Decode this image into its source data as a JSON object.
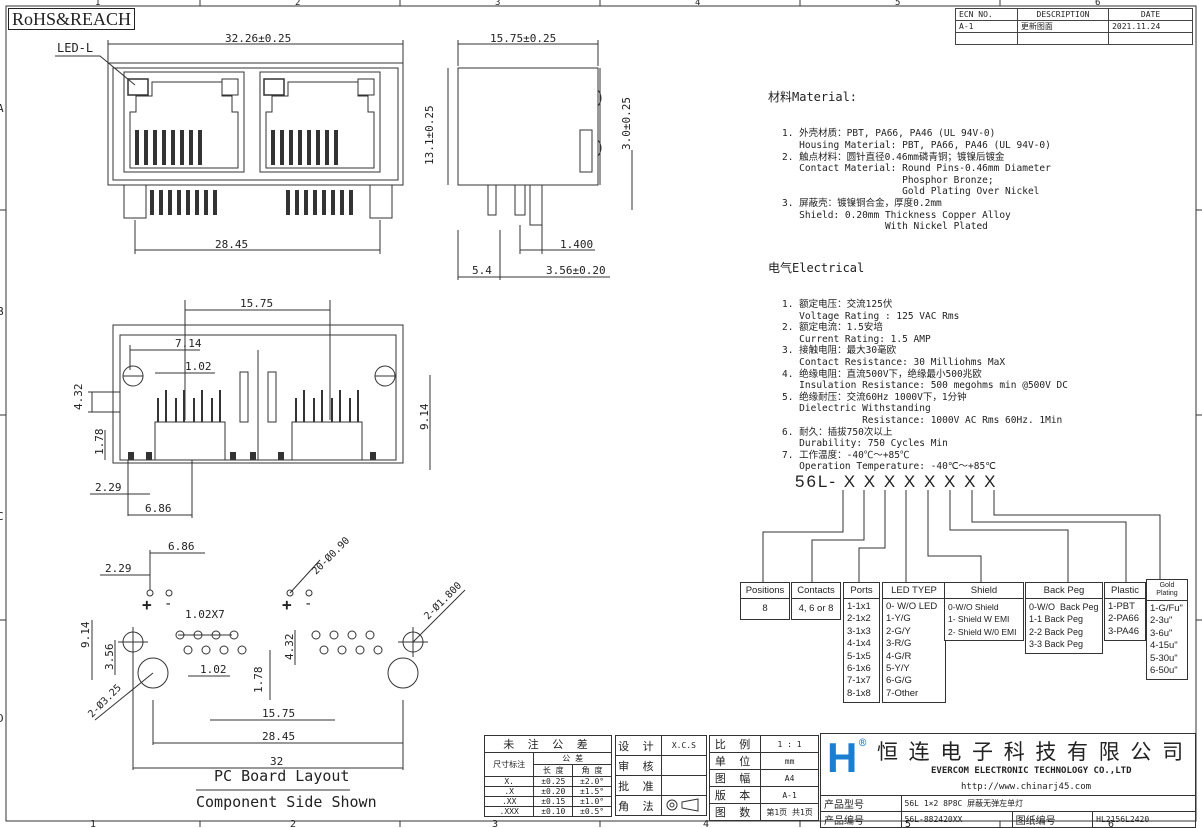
{
  "title": "RoHS&REACH",
  "border_cols": [
    "1",
    "2",
    "3",
    "4",
    "5",
    "6"
  ],
  "border_rows": [
    "A",
    "B",
    "C",
    "D"
  ],
  "ecn": {
    "h1": "ECN NO.",
    "h2": "DESCRIPTION",
    "h3": "DATE",
    "v1": "A-1",
    "v2": "更新图面",
    "v3": "2021.11.24"
  },
  "callout_led": "LED-L",
  "dims": {
    "front_width": "32.26±0.25",
    "front_pitch": "28.45",
    "side_depth": "15.75±0.25",
    "side_height": "13.1±0.25",
    "side_tail": "3.0±0.25",
    "side_pin": "1.400",
    "side_a": "5.4",
    "side_b": "3.56±0.20",
    "top_w": "15.75",
    "top_a": "7.14",
    "top_b": "1.02",
    "top_c": "4.32",
    "top_d": "9.14",
    "top_e": "1.78",
    "top_f": "2.29",
    "top_g": "6.86",
    "pcb_a": "6.86",
    "pcb_b": "2.29",
    "pcb_c": "1.02X7",
    "pcb_d": "9.14",
    "pcb_e": "3.56",
    "pcb_f": "1.02",
    "pcb_g": "1.78",
    "pcb_h": "4.32",
    "pcb_i": "15.75",
    "pcb_j": "28.45",
    "pcb_k": "32",
    "pcb_l": "20-Ø0.90",
    "pcb_m": "2-Ø1.800",
    "pcb_n": "2-Ø3.25",
    "plus": "+",
    "minus": "-"
  },
  "pcb_title": "PC Board Layout",
  "pcb_subtitle": "Component Side Shown",
  "spec": {
    "material_title": "材料Material:",
    "material": [
      "1. 外壳材质：PBT, PA66, PA46 (UL 94V-0)",
      "   Housing Material: PBT, PA66, PA46 (UL 94V-0)",
      "2. 触点材料：圆针直径0.46mm磷青铜；镀镍后镀金",
      "   Contact Material: Round Pins-0.46mm Diameter",
      "                     Phosphor Bronze;",
      "                     Gold Plating Over Nickel",
      "3. 屏蔽壳：镀镍铜合金，厚度0.2mm",
      "   Shield: 0.20mm Thickness Copper Alloy",
      "                  With Nickel Plated"
    ],
    "electrical_title": "电气Electrical",
    "electrical": [
      "1. 额定电压：交流125伏",
      "   Voltage Rating : 125 VAC Rms",
      "2. 额定电流：1.5安培",
      "   Current Rating: 1.5 AMP",
      "3. 接触电阻：最大30毫欧",
      "   Contact Resistance: 30 Milliohms MaX",
      "4. 绝缘电阻：直流500V下，绝缘最小500兆欧",
      "   Insulation Resistance: 500 megohms min @500V DC",
      "5. 绝缘耐压：交流60Hz 1000V下，1分钟",
      "   Dielectric Withstanding",
      "              Resistance: 1000V AC Rms 60Hz. 1Min",
      "6. 耐久：插拔750次以上",
      "   Durability: 750 Cycles Min",
      "7. 工作温度：-40℃～+85℃",
      "   Operation Temperature: -40℃～+85℃"
    ]
  },
  "part_number": "56L- X X X X X X X X",
  "options": [
    {
      "head": "Positions",
      "body": "8"
    },
    {
      "head": "Contacts",
      "body": "4, 6 or 8"
    },
    {
      "head": "Ports",
      "body": "1-1x1\n2-1x2\n3-1x3\n4-1x4\n5-1x5\n6-1x6\n7-1x7\n8-1x8"
    },
    {
      "head": "LED TYEP",
      "body": "0- W/O LED\n1-Y/G\n2-G/Y\n3-R/G\n4-G/R\n5-Y/Y\n6-G/G\n7-Other"
    },
    {
      "head": "Shield",
      "body": "0-W/O Shield\n1- Shield W EMI\n2- Shield W/0 EMI"
    },
    {
      "head": "Back Peg",
      "body": "0-W/O  Back Peg\n1-1 Back Peg\n2-2 Back Peg\n3-3 Back Peg"
    },
    {
      "head": "Plastic",
      "body": "1-PBT\n2-PA66\n3-PA46"
    },
    {
      "head": "Gold Plating",
      "body": "1-G/Fu\"\n2-3u\"\n3-6u\"\n4-15u\"\n5-30u\"\n6-50u\""
    }
  ],
  "tolerance": {
    "title": "未 注 公 差",
    "label": "尺寸标注",
    "col_a": "公 差",
    "sub1": "长 度",
    "sub2": "角 度",
    "rows": [
      [
        "X.",
        "±0.25",
        "±2.0°"
      ],
      [
        ".X",
        "±0.20",
        "±1.5°"
      ],
      [
        ".XX",
        "±0.15",
        "±1.0°"
      ],
      [
        ".XXX",
        "±0.10",
        "±0.5°"
      ]
    ]
  },
  "approval": {
    "r1": "设 计",
    "r1v": "X.C.S",
    "r2": "审 核",
    "r3": "批 准",
    "r4": "角 法"
  },
  "specs_block": {
    "k1": "比 例",
    "v1": "1 : 1",
    "k2": "单 位",
    "v2": "mm",
    "k3": "图 幅",
    "v3": "A4",
    "k4": "版 本",
    "v4": "A-1",
    "k5": "图 数",
    "v5": "第1页 共1页"
  },
  "company": {
    "mark": "H",
    "reg": "®",
    "cn": "恒 连 电 子 科 技 有 限 公 司",
    "en": "EVERCOM ELECTRONIC TECHNOLOGY CO.,LTD",
    "url": "http://www.chinarj45.com"
  },
  "product": {
    "k1": "产品型号",
    "v1": "56L 1×2 8P8C 屏蔽无弹左单灯",
    "k2": "产品编号",
    "v2": "56L-882420XX",
    "k3": "图纸编号",
    "v3": "HL2156L2420"
  }
}
